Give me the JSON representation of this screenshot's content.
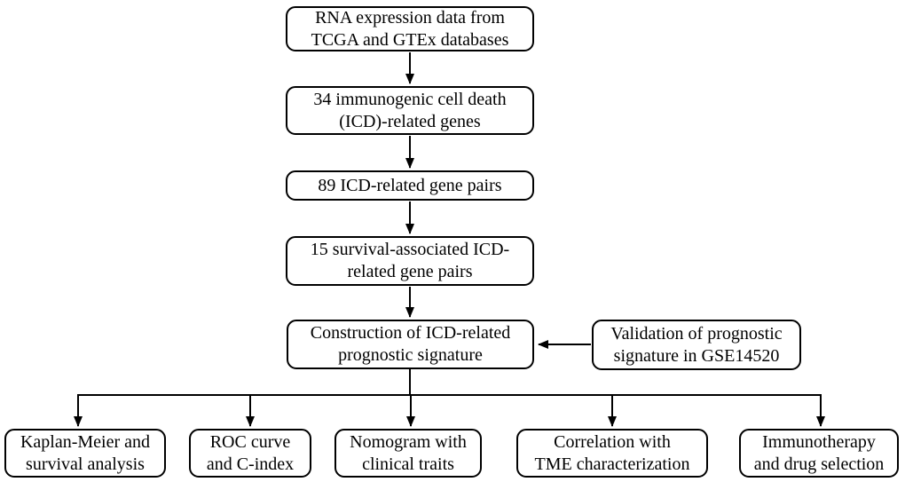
{
  "figure": {
    "type": "flowchart",
    "background_color": "#ffffff",
    "line_color": "#000000",
    "nodes": {
      "rna": {
        "label": "RNA expression data from\nTCGA and GTEx databases"
      },
      "icd_genes": {
        "label": "34 immunogenic cell death\n(ICD)-related genes"
      },
      "gene_pairs": {
        "label": "89 ICD-related gene pairs"
      },
      "survival": {
        "label": "15 survival-associated ICD-\nrelated gene pairs"
      },
      "construction": {
        "label": "Construction of ICD-related\nprognostic signature"
      },
      "validation": {
        "label": "Validation of prognostic\nsignature in GSE14520"
      },
      "km": {
        "label": "Kaplan-Meier and\nsurvival analysis"
      },
      "roc": {
        "label": "ROC curve\nand C-index"
      },
      "nomogram": {
        "label": "Nomogram with\nclinical traits"
      },
      "correlation": {
        "label": "Correlation with\nTME characterization"
      },
      "immuno": {
        "label": "Immunotherapy\nand drug selection"
      }
    },
    "edges": [
      {
        "from": "rna",
        "to": "icd_genes",
        "arrow": true
      },
      {
        "from": "icd_genes",
        "to": "gene_pairs",
        "arrow": true
      },
      {
        "from": "gene_pairs",
        "to": "survival",
        "arrow": true
      },
      {
        "from": "survival",
        "to": "construction",
        "arrow": true
      },
      {
        "from": "validation",
        "to": "construction",
        "arrow": true
      },
      {
        "from": "construction",
        "to": "km",
        "arrow": true
      },
      {
        "from": "construction",
        "to": "roc",
        "arrow": true
      },
      {
        "from": "construction",
        "to": "nomogram",
        "arrow": true
      },
      {
        "from": "construction",
        "to": "correlation",
        "arrow": true
      },
      {
        "from": "construction",
        "to": "immuno",
        "arrow": true
      }
    ]
  }
}
